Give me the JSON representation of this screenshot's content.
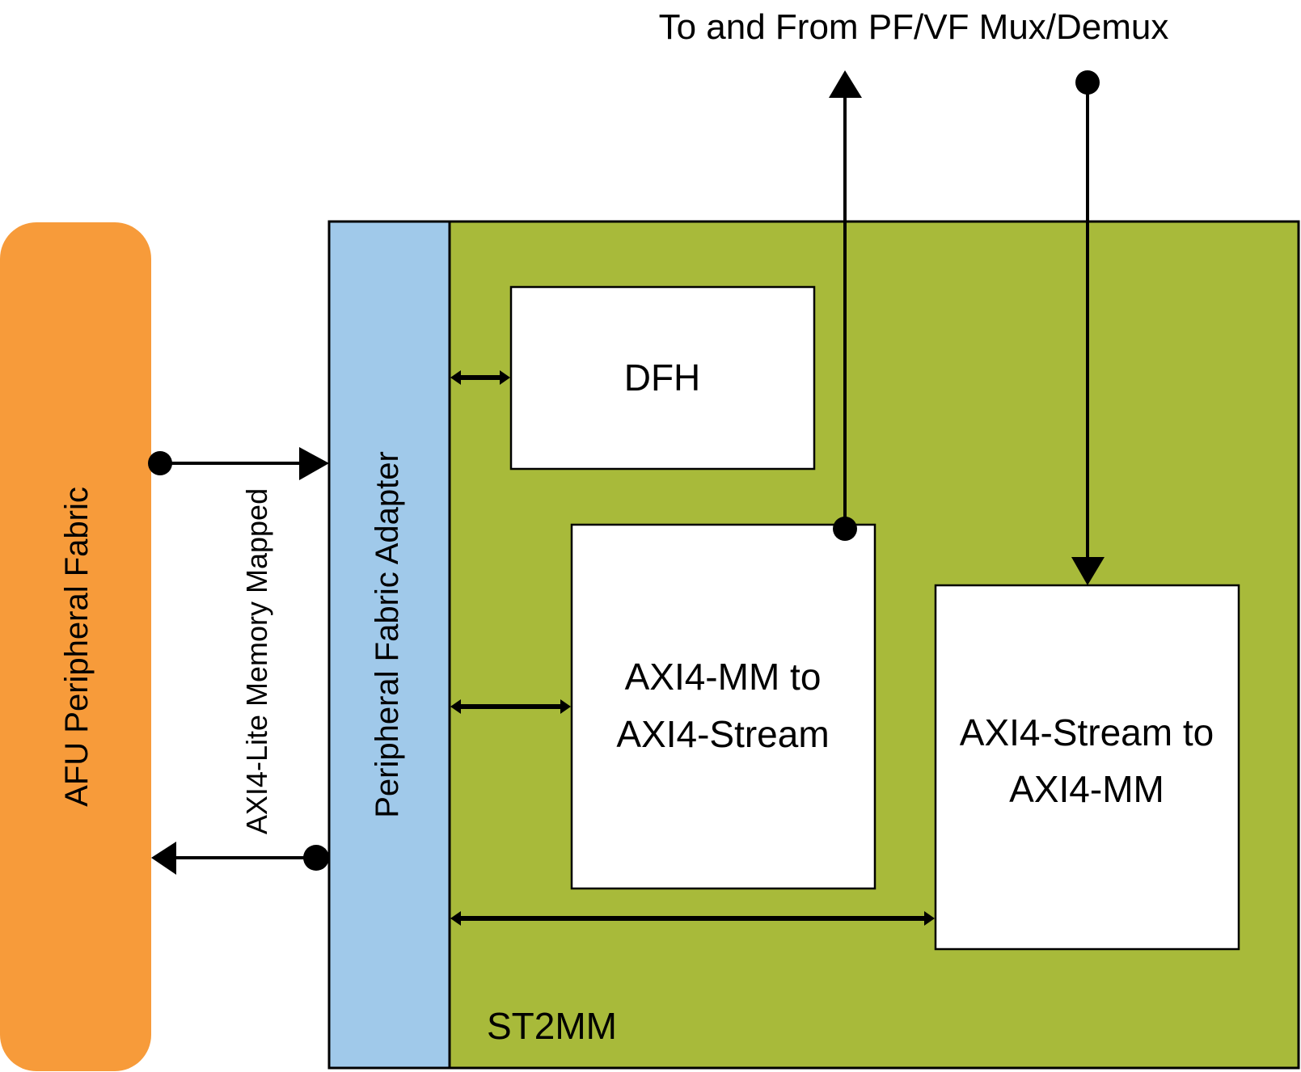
{
  "diagram": {
    "title": "To and From PF/VF Mux/Demux",
    "colors": {
      "afu_fill": "#F79B3A",
      "adapter_fill": "#A0C9EA",
      "st2mm_fill": "#A8BA3A",
      "block_fill": "#FFFFFF",
      "line": "#000000"
    },
    "afu": {
      "label": "AFU Peripheral Fabric"
    },
    "link": {
      "label": "AXI4-Lite Memory Mapped"
    },
    "adapter": {
      "label": "Peripheral Fabric Adapter"
    },
    "st2mm": {
      "label": "ST2MM"
    },
    "blocks": {
      "dfh": {
        "label": "DFH"
      },
      "mm_to_stream": {
        "line1": "AXI4-MM to",
        "line2": "AXI4-Stream"
      },
      "stream_to_mm": {
        "line1": "AXI4-Stream to",
        "line2": "AXI4-MM"
      }
    }
  }
}
